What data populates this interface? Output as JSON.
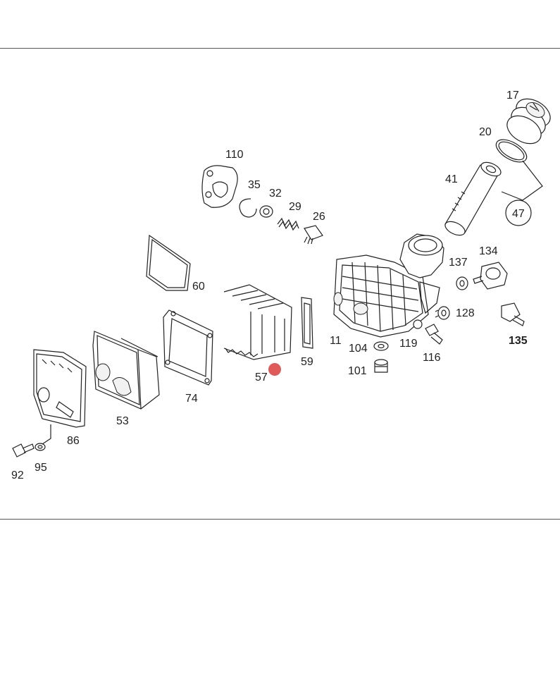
{
  "diagram": {
    "labels": {
      "p17": "17",
      "p20": "20",
      "p41": "41",
      "p47": "47",
      "p110": "110",
      "p35": "35",
      "p32": "32",
      "p29": "29",
      "p26": "26",
      "p60": "60",
      "p137": "137",
      "p134": "134",
      "p128": "128",
      "p135": "135",
      "p11": "11",
      "p119": "119",
      "p104": "104",
      "p116": "116",
      "p101": "101",
      "p59": "59",
      "p57": "57",
      "p74": "74",
      "p53": "53",
      "p86": "86",
      "p95": "95",
      "p92": "92"
    },
    "marker_color": "#e05a5a"
  }
}
